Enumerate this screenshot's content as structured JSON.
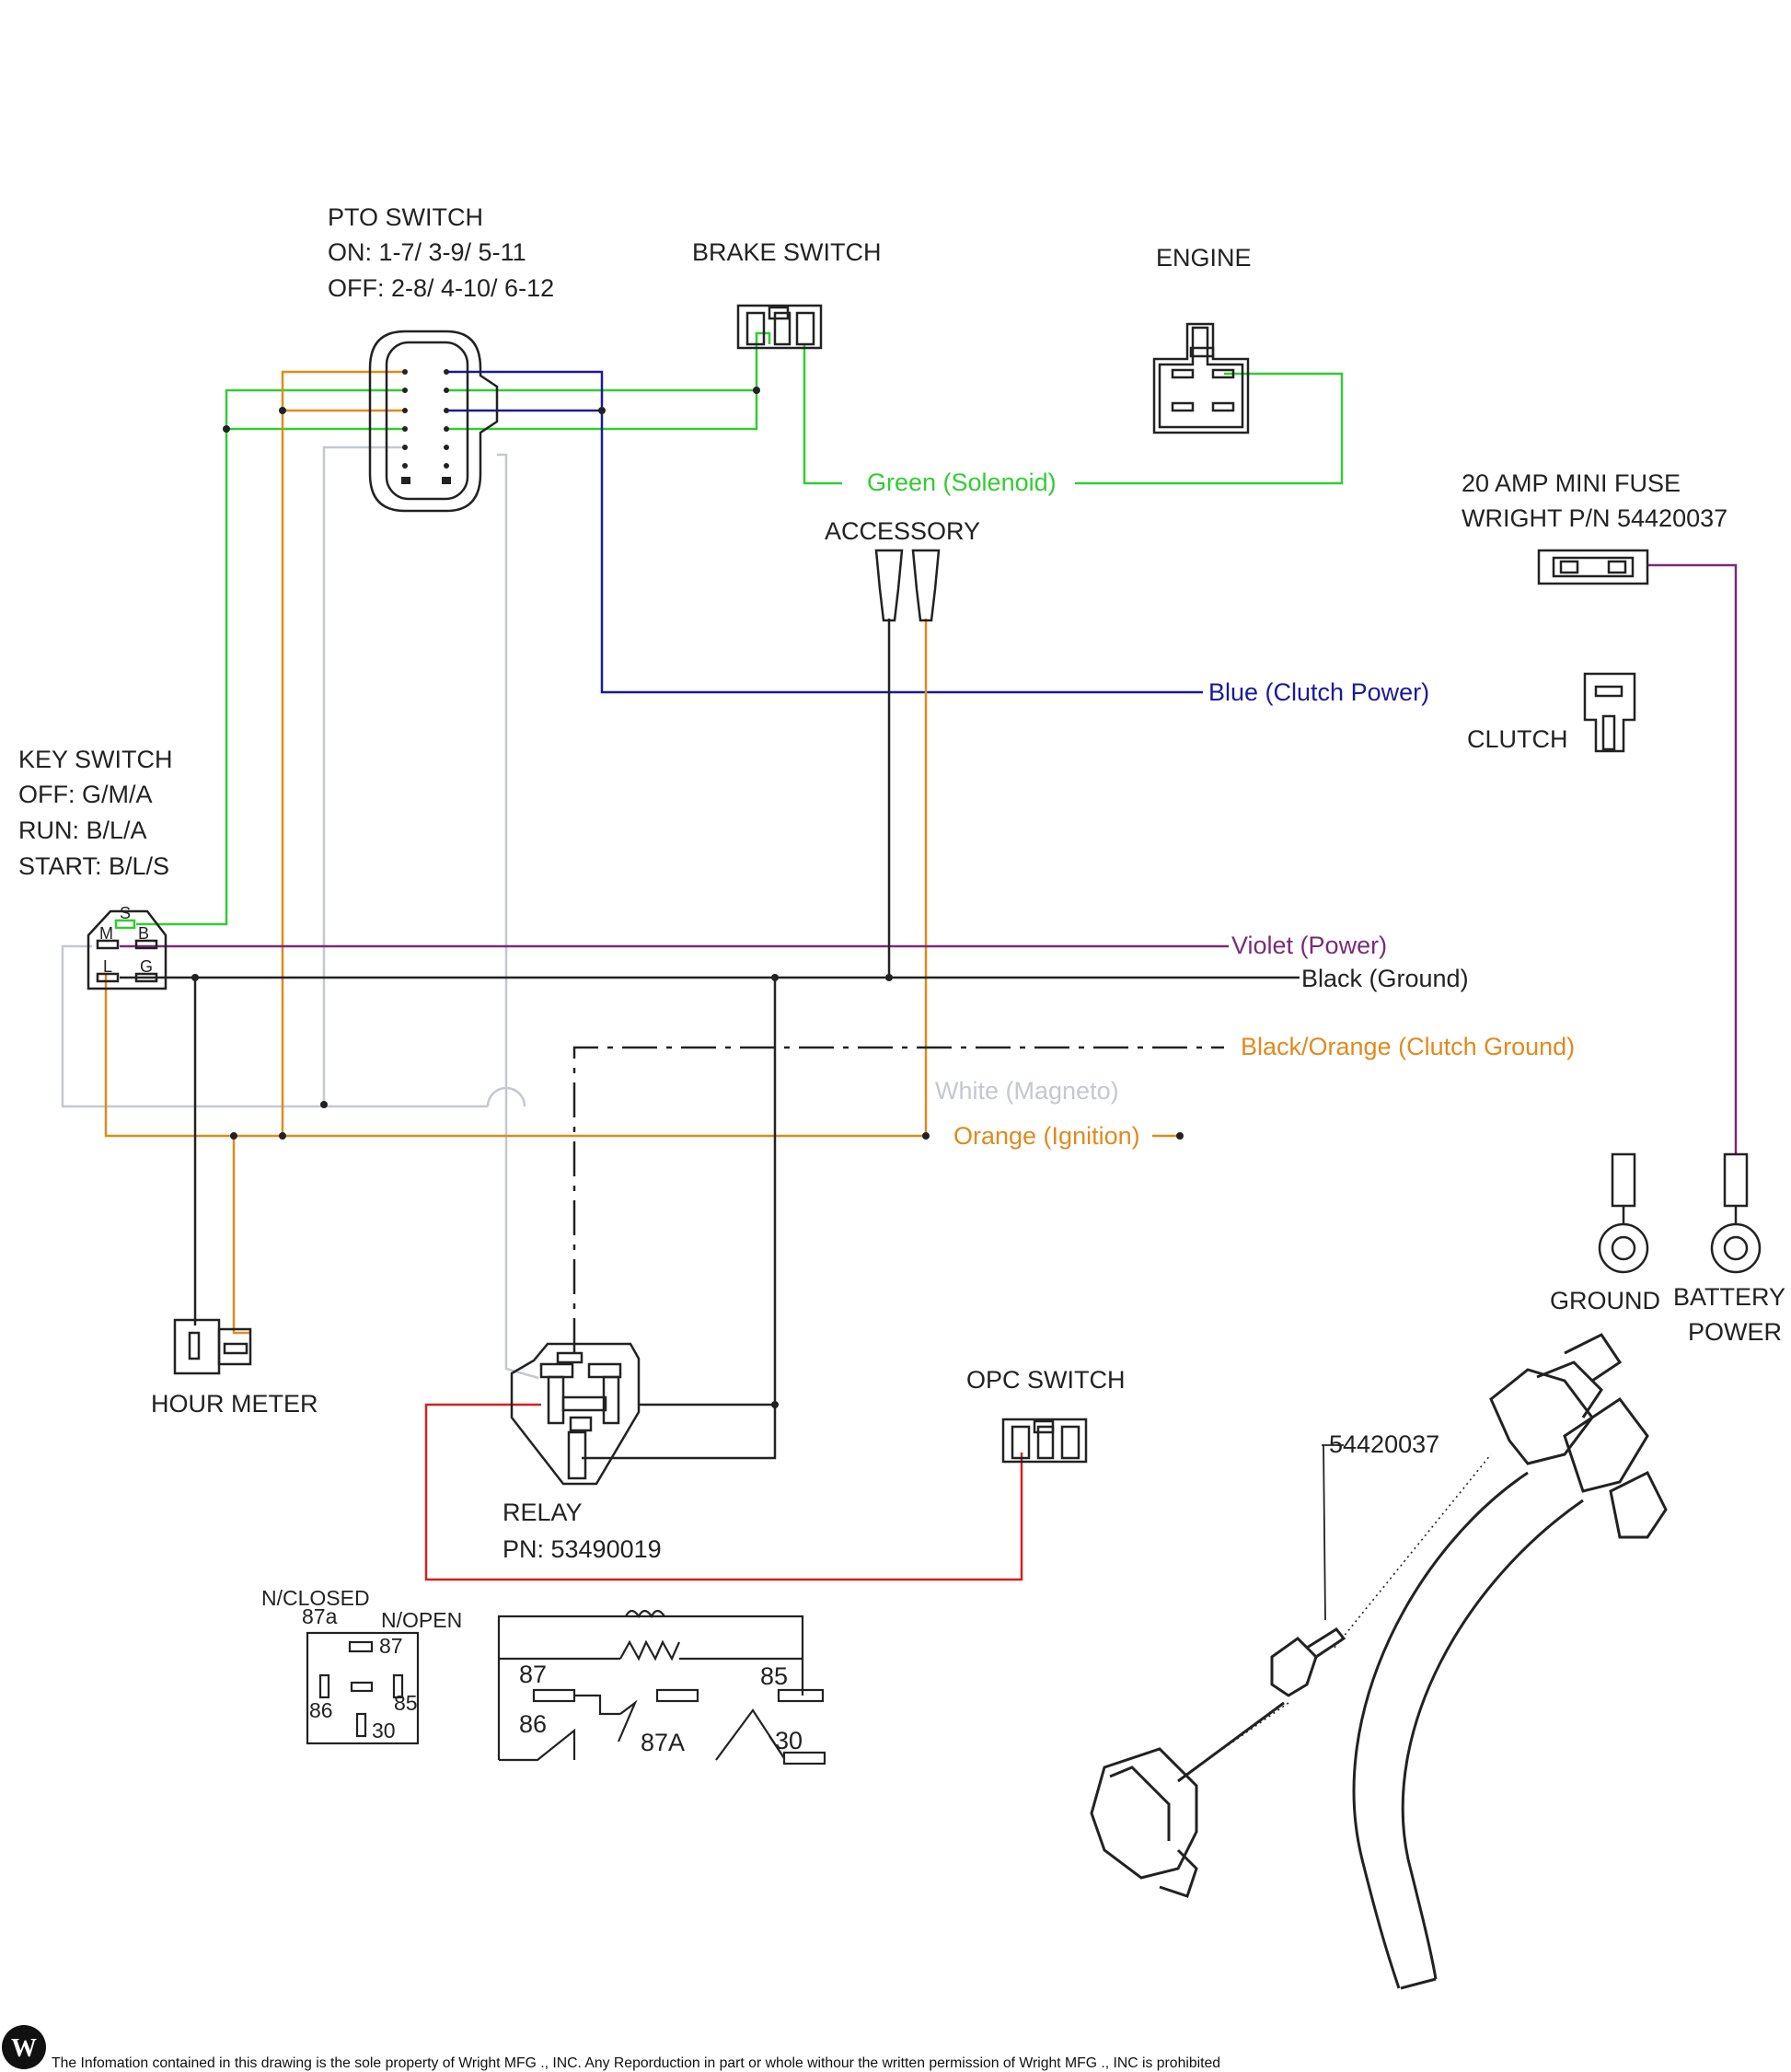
{
  "colors": {
    "green": "#33cc33",
    "blue": "#1a1a99",
    "orange": "#e08a1e",
    "white_wire": "#c4c8d0",
    "violet": "#7a2a7a",
    "black": "#222222",
    "red": "#d42020"
  },
  "components": {
    "pto_switch": {
      "title": "PTO SWITCH",
      "on": "ON: 1-7/ 3-9/ 5-11",
      "off": "OFF: 2-8/ 4-10/ 6-12"
    },
    "brake_switch": {
      "title": "BRAKE SWITCH"
    },
    "engine": {
      "title": "ENGINE"
    },
    "fuse": {
      "line1": "20 AMP MINI FUSE",
      "line2": "WRIGHT P/N 54420037"
    },
    "accessory": {
      "title": "ACCESSORY"
    },
    "clutch": {
      "title": "CLUTCH"
    },
    "key_switch": {
      "title": "KEY SWITCH",
      "off": "OFF: G/M/A",
      "run": "RUN: B/L/A",
      "start": "START: B/L/S",
      "pins": [
        "S",
        "M",
        "B",
        "L",
        "G"
      ]
    },
    "ground": {
      "title": "GROUND"
    },
    "battery": {
      "line1": "BATTERY",
      "line2": "POWER"
    },
    "hour_meter": {
      "title": "HOUR METER"
    },
    "opc_switch": {
      "title": "OPC SWITCH"
    },
    "relay": {
      "title": "RELAY",
      "pn": "PN: 53490019"
    }
  },
  "wires": {
    "green": "Green (Solenoid)",
    "blue": "Blue (Clutch Power)",
    "violet": "Violet (Power)",
    "black": "Black (Ground)",
    "black_orange": "Black/Orange (Clutch Ground)",
    "white": "White (Magneto)",
    "orange": "Orange (Ignition)"
  },
  "relay_legend": {
    "n_closed": "N/CLOSED",
    "n_open": "N/OPEN",
    "pins": {
      "p87a": "87a",
      "p87": "87",
      "p86": "86",
      "p85": "85",
      "p30": "30"
    },
    "schematic": {
      "p87": "87",
      "p85": "85",
      "p86": "86",
      "p87A": "87A",
      "p30": "30"
    }
  },
  "harness": {
    "part_number": "54420037"
  },
  "footer": {
    "logo": "W",
    "text": "The Infomation contained in this drawing is the sole property of Wright MFG ., INC. Any Reporduction in part or whole withour the written permission of Wright MFG ., INC is prohibited"
  }
}
